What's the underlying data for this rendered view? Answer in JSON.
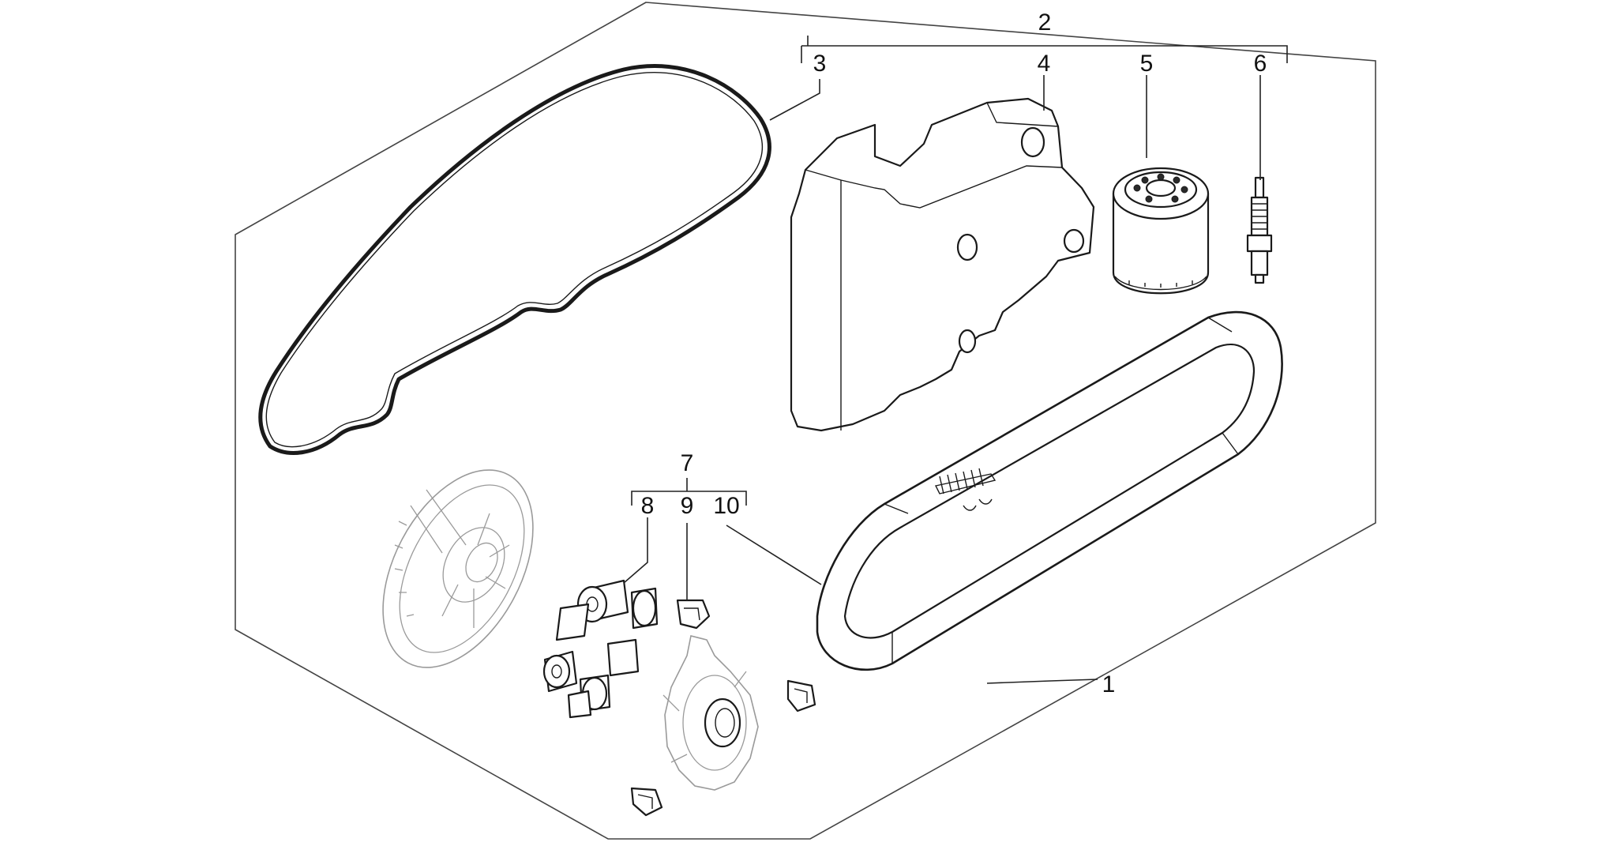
{
  "diagram": {
    "labels": {
      "kit": "1",
      "service_kit": "2",
      "gasket": "3",
      "air_filter": "4",
      "oil_filter": "5",
      "spark_plug": "6",
      "variator_kit": "7",
      "roller": "8",
      "slider": "9",
      "belt": "10"
    }
  }
}
